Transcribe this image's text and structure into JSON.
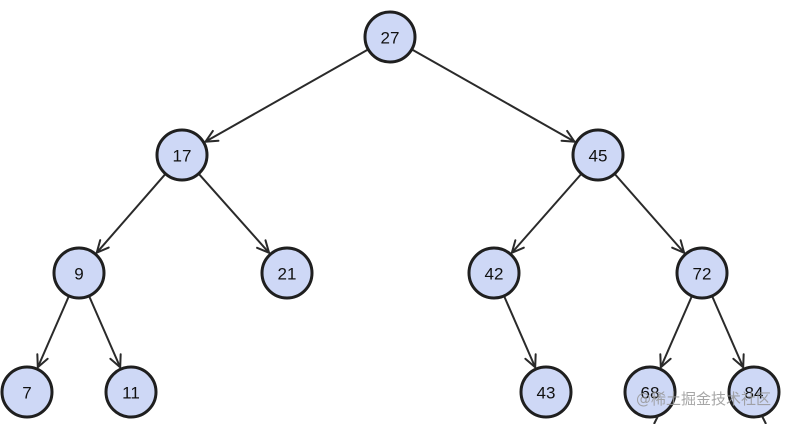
{
  "tree": {
    "nodes": [
      {
        "id": "n27",
        "label": "27"
      },
      {
        "id": "n17",
        "label": "17"
      },
      {
        "id": "n45",
        "label": "45"
      },
      {
        "id": "n9",
        "label": "9"
      },
      {
        "id": "n21",
        "label": "21"
      },
      {
        "id": "n42",
        "label": "42"
      },
      {
        "id": "n72",
        "label": "72"
      },
      {
        "id": "n7",
        "label": "7"
      },
      {
        "id": "n11",
        "label": "11"
      },
      {
        "id": "n43",
        "label": "43"
      },
      {
        "id": "n68",
        "label": "68"
      },
      {
        "id": "n84",
        "label": "84"
      }
    ],
    "edges": [
      {
        "from": "n27",
        "to": "n17"
      },
      {
        "from": "n27",
        "to": "n45"
      },
      {
        "from": "n17",
        "to": "n9"
      },
      {
        "from": "n17",
        "to": "n21"
      },
      {
        "from": "n45",
        "to": "n42"
      },
      {
        "from": "n45",
        "to": "n72"
      },
      {
        "from": "n9",
        "to": "n7"
      },
      {
        "from": "n9",
        "to": "n11"
      },
      {
        "from": "n42",
        "to": "n43"
      },
      {
        "from": "n72",
        "to": "n68"
      },
      {
        "from": "n72",
        "to": "n84"
      }
    ],
    "colors": {
      "node_fill": "#ced8f6",
      "node_stroke": "#1f1f1f",
      "edge": "#2a2a2a"
    }
  },
  "watermark": "@稀土掘金技术社区"
}
